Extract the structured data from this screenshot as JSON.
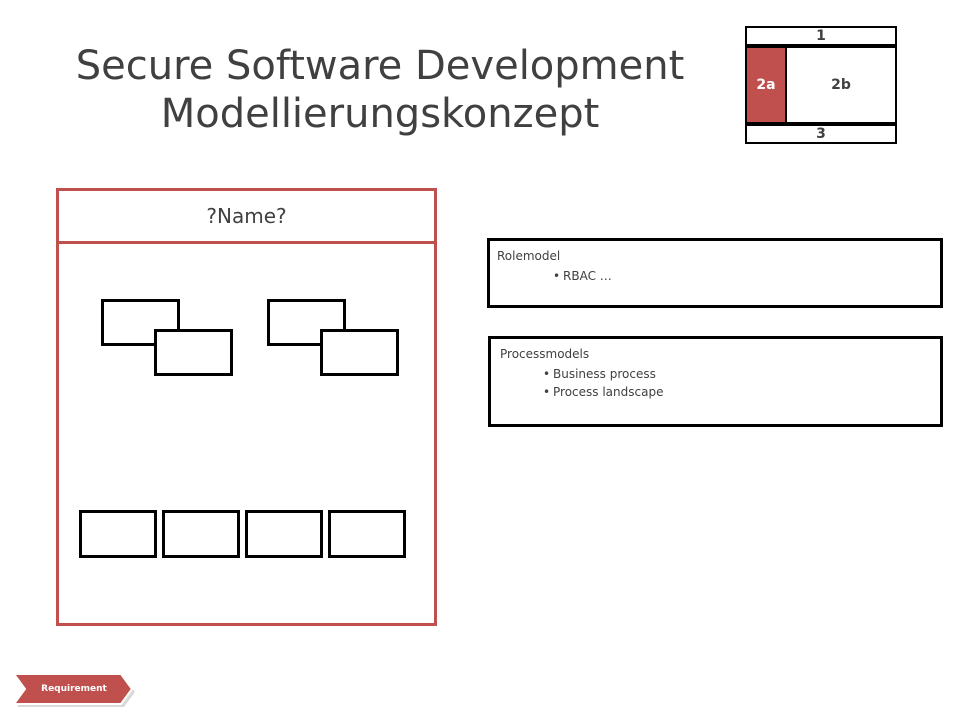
{
  "title": {
    "line1": "Secure Software Development",
    "line2": "Modellierungskonzept"
  },
  "layout_legend": {
    "cell_1": "1",
    "cell_2a": "2a",
    "cell_2b": "2b",
    "cell_3": "3",
    "highlight_color": "#c0504d"
  },
  "panel": {
    "header": "?Name?",
    "border_color": "#c0504d"
  },
  "rolemodel": {
    "title": "Rolemodel",
    "items": [
      "RBAC …"
    ]
  },
  "processmodels": {
    "title": "Processmodels",
    "items": [
      "Business process",
      "Process landscape"
    ]
  },
  "requirement_tag": {
    "label": "Requirement"
  }
}
